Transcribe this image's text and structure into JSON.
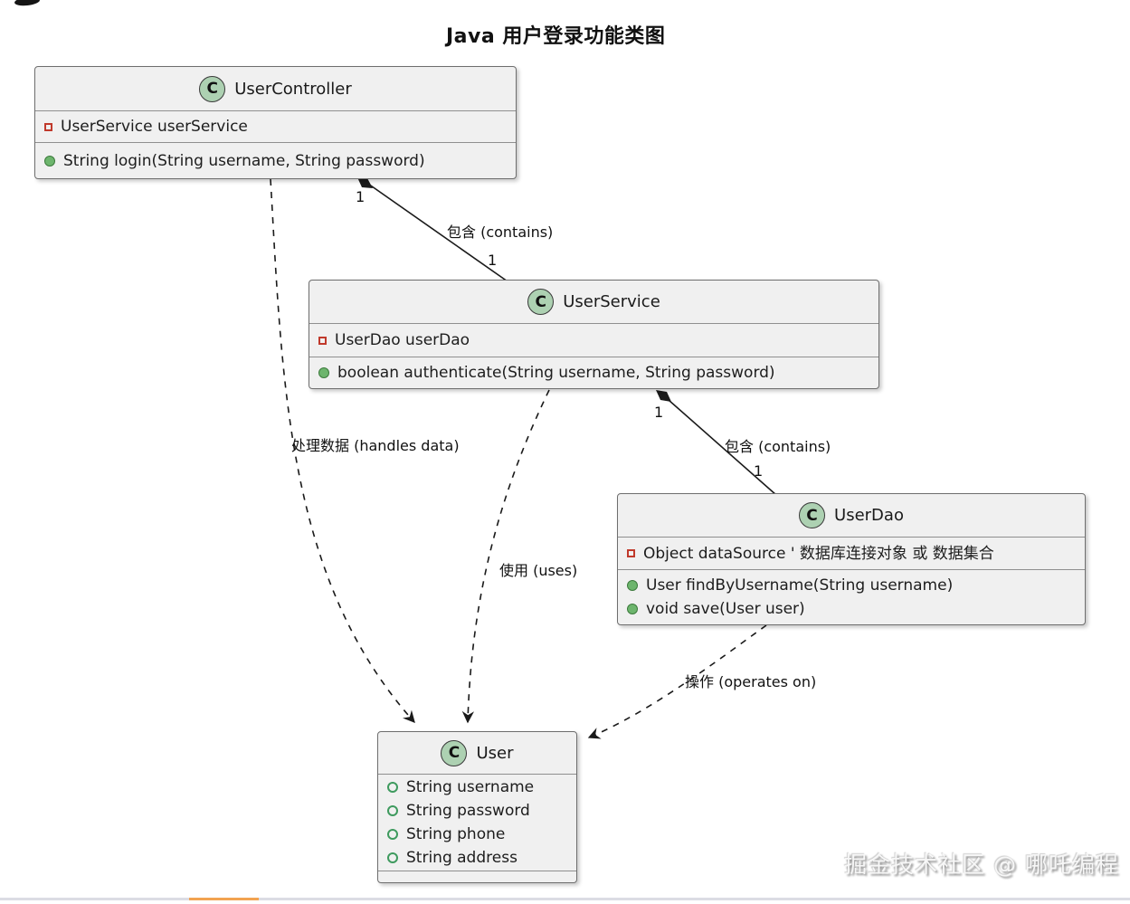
{
  "diagram": {
    "title": "Java 用户登录功能类图",
    "watermark": "掘金技术社区 @ 哪吒编程"
  },
  "classes": [
    {
      "name": "UserController",
      "stereotype": "C",
      "fields": [
        {
          "visibility": "private",
          "text": "UserService userService"
        }
      ],
      "methods": [
        {
          "visibility": "public",
          "text": "String login(String username, String password)"
        }
      ]
    },
    {
      "name": "UserService",
      "stereotype": "C",
      "fields": [
        {
          "visibility": "private",
          "text": "UserDao userDao"
        }
      ],
      "methods": [
        {
          "visibility": "public",
          "text": "boolean authenticate(String username, String password)"
        }
      ]
    },
    {
      "name": "UserDao",
      "stereotype": "C",
      "fields": [
        {
          "visibility": "private",
          "text": "Object dataSource ' 数据库连接对象 或 数据集合"
        }
      ],
      "methods": [
        {
          "visibility": "public",
          "text": "User findByUsername(String username)"
        },
        {
          "visibility": "public",
          "text": "void save(User user)"
        }
      ]
    },
    {
      "name": "User",
      "stereotype": "C",
      "fields": [
        {
          "visibility": "public",
          "text": "String username"
        },
        {
          "visibility": "public",
          "text": "String password"
        },
        {
          "visibility": "public",
          "text": "String phone"
        },
        {
          "visibility": "public",
          "text": "String address"
        }
      ],
      "methods": []
    }
  ],
  "relationships": [
    {
      "type": "composition",
      "from": "UserController",
      "to": "UserService",
      "label": "包含 (contains)",
      "source_mult": "1",
      "target_mult": "1"
    },
    {
      "type": "composition",
      "from": "UserService",
      "to": "UserDao",
      "label": "包含 (contains)",
      "source_mult": "1",
      "target_mult": "1"
    },
    {
      "type": "dependency",
      "from": "UserController",
      "to": "User",
      "label": "处理数据 (handles data)"
    },
    {
      "type": "dependency",
      "from": "UserService",
      "to": "User",
      "label": "使用 (uses)"
    },
    {
      "type": "dependency",
      "from": "UserDao",
      "to": "User",
      "label": "操作 (operates on)"
    }
  ],
  "colors": {
    "class_icon": "#ADD1B2",
    "box_fill": "#F0F0F0",
    "box_border": "#6E6E6E",
    "private_marker": "#C0392B",
    "public_marker": "#4E9A4E",
    "line": "#1A1A1A",
    "progress_accent": "#F2A351",
    "progress_track": "#DBDCE4"
  }
}
